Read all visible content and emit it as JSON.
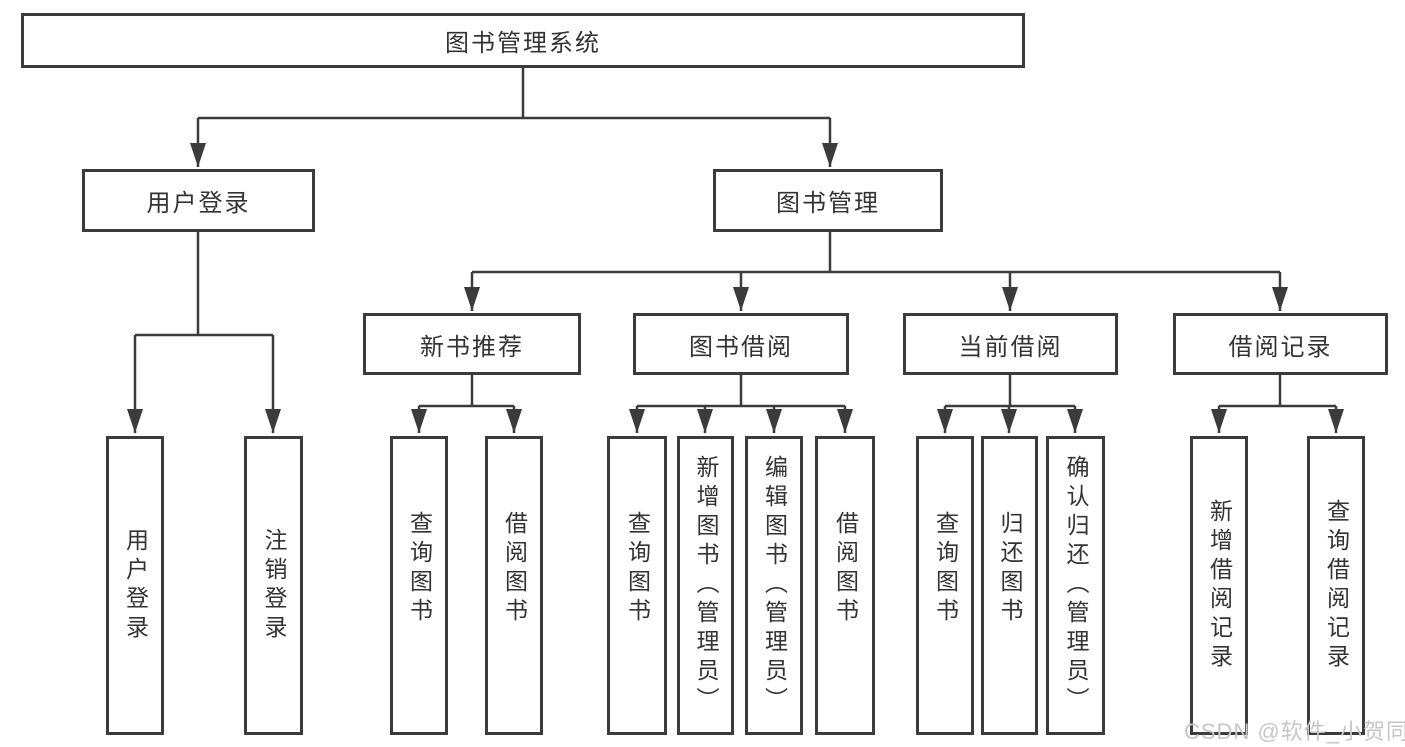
{
  "watermark": "CSDN @软件_小贺同学",
  "colors": {
    "line": "#3b3b3b",
    "box_border": "#3b3b3b",
    "text": "#333333",
    "watermark": "#c6c6c6",
    "background": "#ffffff"
  },
  "tree": {
    "label": "图书管理系统",
    "children": [
      {
        "label": "用户登录",
        "children": [
          {
            "label": "用户登录"
          },
          {
            "label": "注销登录"
          }
        ]
      },
      {
        "label": "图书管理",
        "children": [
          {
            "label": "新书推荐",
            "children": [
              {
                "label": "查询图书"
              },
              {
                "label": "借阅图书"
              }
            ]
          },
          {
            "label": "图书借阅",
            "children": [
              {
                "label": "查询图书"
              },
              {
                "label": "新增图书（管理员）"
              },
              {
                "label": "编辑图书（管理员）"
              },
              {
                "label": "借阅图书"
              }
            ]
          },
          {
            "label": "当前借阅",
            "children": [
              {
                "label": "查询图书"
              },
              {
                "label": "归还图书"
              },
              {
                "label": "确认归还（管理员）"
              }
            ]
          },
          {
            "label": "借阅记录",
            "children": [
              {
                "label": "新增借阅记录"
              },
              {
                "label": "查询借阅记录"
              }
            ]
          }
        ]
      }
    ]
  }
}
